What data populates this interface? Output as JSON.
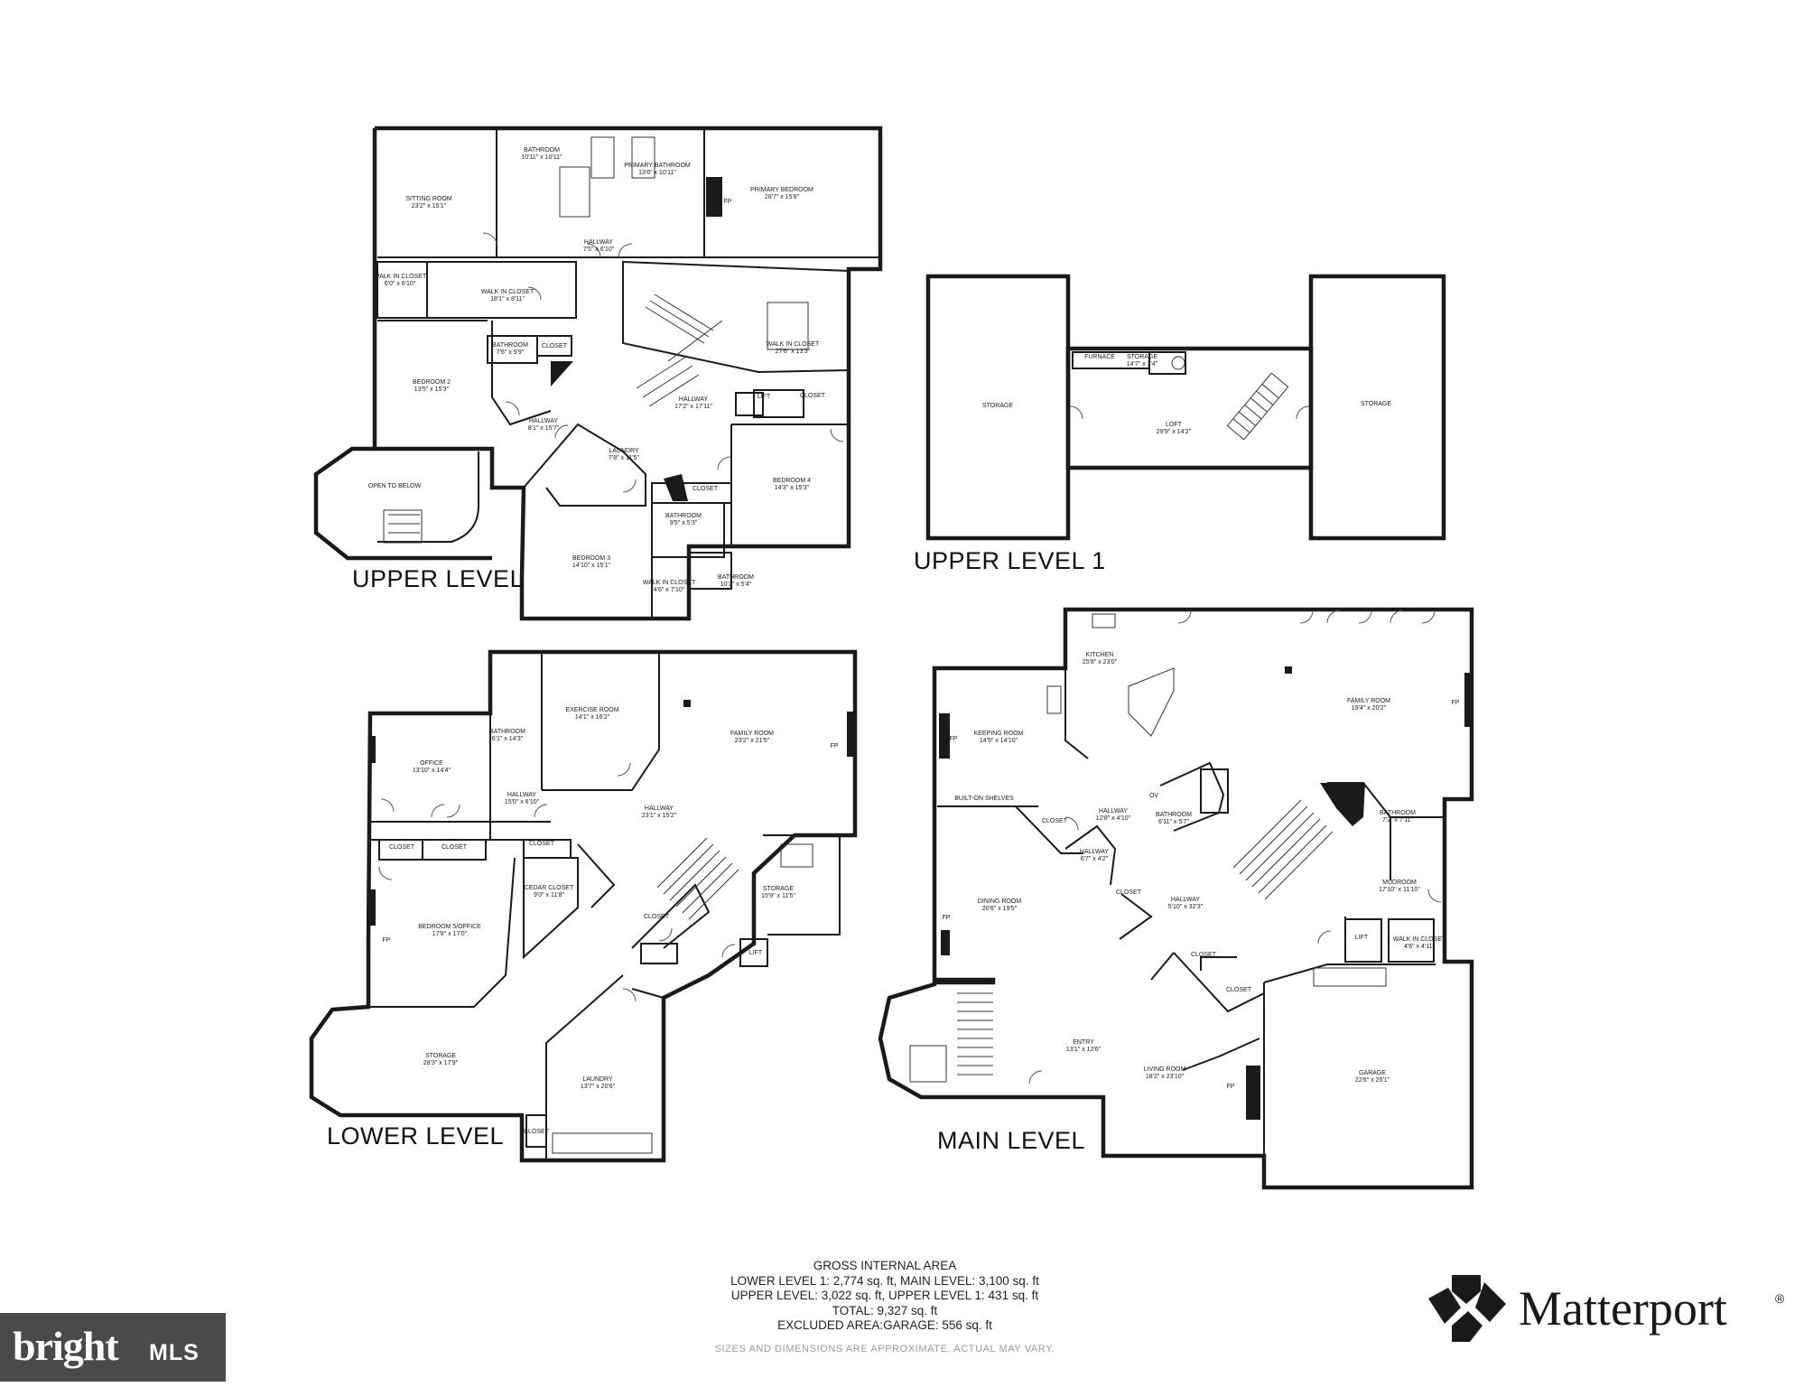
{
  "levels": {
    "upper": "UPPER LEVEL",
    "upper1": "UPPER LEVEL 1",
    "lower": "LOWER LEVEL",
    "main": "MAIN LEVEL"
  },
  "rooms": {
    "upper": [
      {
        "id": "sitting",
        "name": "SITTING ROOM",
        "dim": "23'2\" x 15'1\""
      },
      {
        "id": "bath_a",
        "name": "BATHROOM",
        "dim": "10'11\" x 10'11\""
      },
      {
        "id": "primary_bath",
        "name": "PRIMARY BATHROOM",
        "dim": "13'6\" x 10'11\""
      },
      {
        "id": "primary_bed",
        "name": "PRIMARY BEDROOM",
        "dim": "28'7\" x 15'8\""
      },
      {
        "id": "hall_a",
        "name": "HALLWAY",
        "dim": "7'5\" x 6'10\""
      },
      {
        "id": "wic_a",
        "name": "WALK IN CLOSET",
        "dim": "6'0\" x 6'10\""
      },
      {
        "id": "wic_b",
        "name": "WALK IN CLOSET",
        "dim": "18'1\" x 8'11\""
      },
      {
        "id": "wic_c",
        "name": "WALK IN CLOSET",
        "dim": "27'6\" x 13'3\""
      },
      {
        "id": "bath_b",
        "name": "BATHROOM",
        "dim": "7'6\" x 9'9\""
      },
      {
        "id": "closet_a",
        "name": "CLOSET",
        "dim": ""
      },
      {
        "id": "bed2",
        "name": "BEDROOM 2",
        "dim": "13'5\" x 15'3\""
      },
      {
        "id": "hall_b",
        "name": "HALLWAY",
        "dim": "17'2\" x 17'11\""
      },
      {
        "id": "lift_a",
        "name": "LIFT",
        "dim": ""
      },
      {
        "id": "closet_b",
        "name": "CLOSET",
        "dim": ""
      },
      {
        "id": "hall_c",
        "name": "HALLWAY",
        "dim": "8'1\" x 15'7\""
      },
      {
        "id": "laundry_a",
        "name": "LAUNDRY",
        "dim": "7'8\" x 11'5\""
      },
      {
        "id": "bed4",
        "name": "BEDROOM 4",
        "dim": "14'3\" x 15'3\""
      },
      {
        "id": "open",
        "name": "OPEN TO BELOW",
        "dim": ""
      },
      {
        "id": "closet_c",
        "name": "CLOSET",
        "dim": ""
      },
      {
        "id": "bath_c",
        "name": "BATHROOM",
        "dim": "9'5\" x 5'3\""
      },
      {
        "id": "bed3",
        "name": "BEDROOM 3",
        "dim": "14'10\" x 15'1\""
      },
      {
        "id": "bath_d",
        "name": "BATHROOM",
        "dim": "10'1\" x 5'4\""
      },
      {
        "id": "wic_d",
        "name": "WALK IN CLOSET",
        "dim": "4'6\" x 7'10\""
      }
    ],
    "upper1": [
      {
        "id": "stor_l",
        "name": "STORAGE",
        "dim": ""
      },
      {
        "id": "furnace",
        "name": "FURNACE",
        "dim": ""
      },
      {
        "id": "stor_s",
        "name": "STORAGE",
        "dim": "14'7\" x 3'4\""
      },
      {
        "id": "loft",
        "name": "LOFT",
        "dim": "29'9\" x 14'2\""
      },
      {
        "id": "stor_r",
        "name": "STORAGE",
        "dim": ""
      }
    ],
    "lower": [
      {
        "id": "exercise",
        "name": "EXERCISE ROOM",
        "dim": "14'1\" x 16'2\""
      },
      {
        "id": "l_bath",
        "name": "BATHROOM",
        "dim": "6'1\" x 14'3\""
      },
      {
        "id": "office",
        "name": "OFFICE",
        "dim": "13'10\" x 14'4\""
      },
      {
        "id": "l_family",
        "name": "FAMILY ROOM",
        "dim": "23'2\" x 21'5\""
      },
      {
        "id": "l_hall_a",
        "name": "HALLWAY",
        "dim": "15'0\" x 6'10\""
      },
      {
        "id": "l_hall_b",
        "name": "HALLWAY",
        "dim": "23'1\" x 15'2\""
      },
      {
        "id": "l_closet_a",
        "name": "CLOSET",
        "dim": ""
      },
      {
        "id": "l_closet_b",
        "name": "CLOSET",
        "dim": ""
      },
      {
        "id": "l_closet_c",
        "name": "CLOSET",
        "dim": ""
      },
      {
        "id": "cedar",
        "name": "CEDAR CLOSET",
        "dim": "9'0\" x 11'8\""
      },
      {
        "id": "bed5",
        "name": "BEDROOM 5/OFFICE",
        "dim": "17'8\" x 17'0\""
      },
      {
        "id": "l_storage_a",
        "name": "STORAGE",
        "dim": "15'9\" x 11'5\""
      },
      {
        "id": "l_closet_d",
        "name": "CLOSET",
        "dim": ""
      },
      {
        "id": "l_lift",
        "name": "LIFT",
        "dim": ""
      },
      {
        "id": "l_storage_b",
        "name": "STORAGE",
        "dim": "28'3\" x 17'9\""
      },
      {
        "id": "l_laundry",
        "name": "LAUNDRY",
        "dim": "13'7\" x 20'6\""
      },
      {
        "id": "l_closet_e",
        "name": "CLOSET",
        "dim": ""
      }
    ],
    "main": [
      {
        "id": "kitchen",
        "name": "KITCHEN",
        "dim": "25'8\" x 23'0\""
      },
      {
        "id": "m_family",
        "name": "FAMILY ROOM",
        "dim": "19'4\" x 20'2\""
      },
      {
        "id": "keeping",
        "name": "KEEPING ROOM",
        "dim": "14'5\" x 14'10\""
      },
      {
        "id": "shelves",
        "name": "BUILT-ON SHELVES",
        "dim": ""
      },
      {
        "id": "m_hall_a",
        "name": "HALLWAY",
        "dim": "12'8\" x 4'10\""
      },
      {
        "id": "m_bath_a",
        "name": "BATHROOM",
        "dim": "6'11\" x 5'7\""
      },
      {
        "id": "ov",
        "name": "OV",
        "dim": ""
      },
      {
        "id": "m_closet_a",
        "name": "CLOSET",
        "dim": ""
      },
      {
        "id": "m_hall_b",
        "name": "HALLWAY",
        "dim": "6'7\" x 4'2\""
      },
      {
        "id": "m_closet_b",
        "name": "CLOSET",
        "dim": ""
      },
      {
        "id": "m_bath_b",
        "name": "BATHROOM",
        "dim": "7'2\" x 7'11\""
      },
      {
        "id": "dining",
        "name": "DINING ROOM",
        "dim": "20'6\" x 19'5\""
      },
      {
        "id": "m_hall_c",
        "name": "HALLWAY",
        "dim": "5'10\" x 32'3\""
      },
      {
        "id": "mudroom",
        "name": "MUDROOM",
        "dim": "17'10\" x 11'10\""
      },
      {
        "id": "m_lift",
        "name": "LIFT",
        "dim": ""
      },
      {
        "id": "m_wic",
        "name": "WALK IN CLOSET",
        "dim": "4'6\" x 4'11\""
      },
      {
        "id": "m_closet_c",
        "name": "CLOSET",
        "dim": ""
      },
      {
        "id": "m_closet_d",
        "name": "CLOSET",
        "dim": ""
      },
      {
        "id": "entry",
        "name": "ENTRY",
        "dim": "13'1\" x 12'6\""
      },
      {
        "id": "living",
        "name": "LIVING ROOM",
        "dim": "18'2\" x 23'10\""
      },
      {
        "id": "garage",
        "name": "GARAGE",
        "dim": "22'6\" x 25'1\""
      }
    ]
  },
  "fireplace_label": "FP",
  "summary": {
    "title": "GROSS INTERNAL AREA",
    "line1": "LOWER LEVEL 1: 2,774 sq. ft, MAIN LEVEL: 3,100 sq. ft",
    "line2": "UPPER LEVEL: 3,022 sq. ft, UPPER LEVEL 1: 431 sq. ft",
    "line3": "TOTAL: 9,327 sq. ft",
    "line4": "EXCLUDED AREA:GARAGE: 556 sq. ft",
    "disclaimer": "SIZES AND DIMENSIONS ARE APPROXIMATE, ACTUAL MAY VARY."
  },
  "brands": {
    "bright_main": "bright",
    "bright_suffix": "MLS",
    "matterport": "Matterport",
    "registered": "®"
  }
}
